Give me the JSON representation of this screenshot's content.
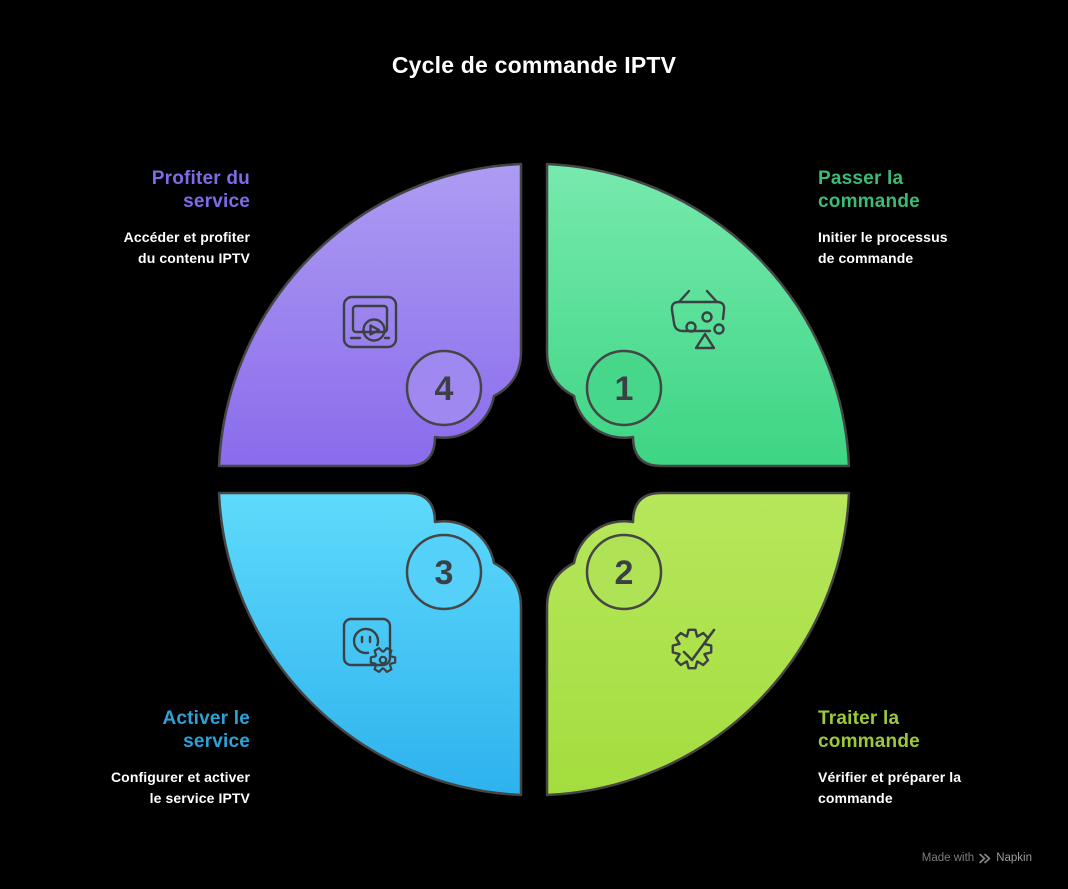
{
  "title": "Cycle de commande IPTV",
  "colors": {
    "background": "#000000",
    "outline": "#454545",
    "icon_stroke": "#3C4043",
    "number_text": "#3A4043",
    "description_text": "#FFFFFF"
  },
  "steps": [
    {
      "number": "1",
      "position": "top-right",
      "label_lines": [
        "Passer la",
        "commande"
      ],
      "desc_lines": [
        "Initier le processus",
        "de commande"
      ],
      "icon": "shopping-basket-icon",
      "heading_color": "#3CBB75",
      "fill_top": "#77EAAD",
      "fill_bottom": "#3DD584",
      "badge_fill": "#46D78B"
    },
    {
      "number": "2",
      "position": "bottom-right",
      "label_lines": [
        "Traiter la",
        "commande"
      ],
      "desc_lines": [
        "Vérifier et préparer la",
        "commande"
      ],
      "icon": "gear-check-icon",
      "heading_color": "#9CC93C",
      "fill_top": "#B6E75C",
      "fill_bottom": "#A4DD3E",
      "badge_fill": "#AFE355"
    },
    {
      "number": "3",
      "position": "bottom-left",
      "label_lines": [
        "Activer le",
        "service"
      ],
      "desc_lines": [
        "Configurer et activer",
        "le service IPTV"
      ],
      "icon": "screen-settings-icon",
      "heading_color": "#2BA2D8",
      "fill_top": "#5EDAFB",
      "fill_bottom": "#2EB2EE",
      "badge_fill": "#55D0F8"
    },
    {
      "number": "4",
      "position": "top-left",
      "label_lines": [
        "Profiter du",
        "service"
      ],
      "desc_lines": [
        "Accéder et profiter",
        "du contenu IPTV"
      ],
      "icon": "video-player-icon",
      "heading_color": "#7D6BE8",
      "fill_top": "#AD9CF2",
      "fill_bottom": "#8A6BEC",
      "badge_fill": "#9F89F0"
    }
  ],
  "watermark": {
    "prefix": "Made with",
    "brand": "Napkin",
    "logo": "napkin-chevrons-icon"
  }
}
